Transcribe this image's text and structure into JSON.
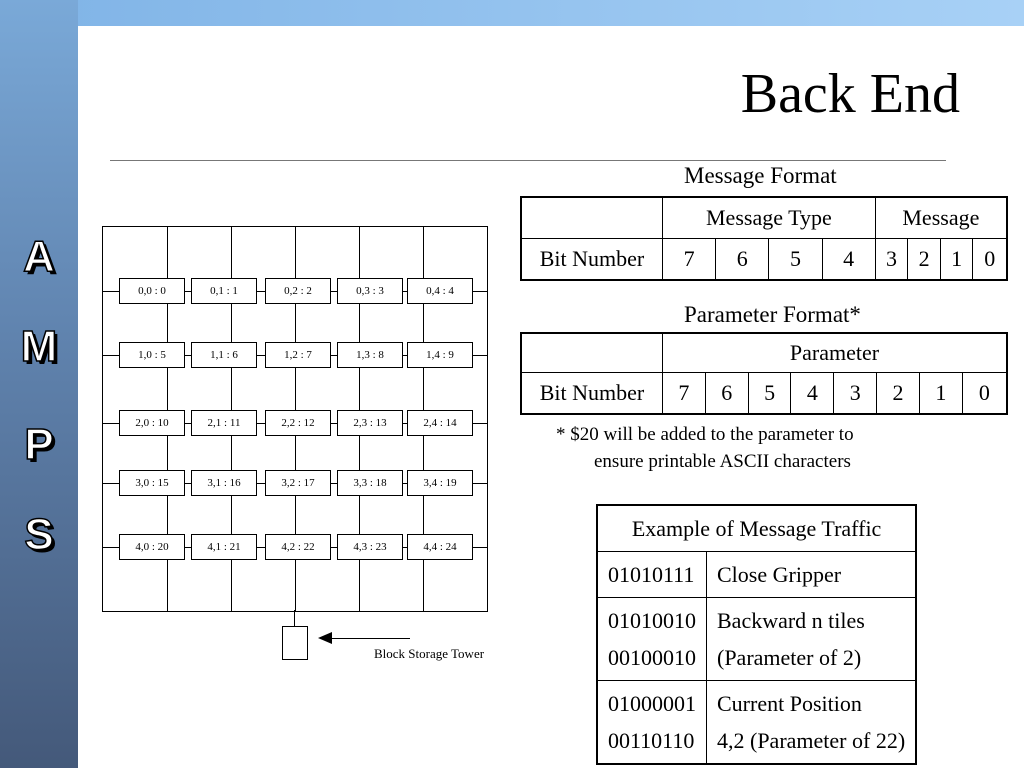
{
  "title": "Back End",
  "side_letters": [
    "A",
    "M",
    "P",
    "S"
  ],
  "message_format": {
    "caption": "Message Format",
    "type_label": "Message Type",
    "message_label": "Message",
    "bit_label": "Bit Number",
    "bits": [
      "7",
      "6",
      "5",
      "4",
      "3",
      "2",
      "1",
      "0"
    ]
  },
  "parameter_format": {
    "caption": "Parameter Format*",
    "parameter_label": "Parameter",
    "bit_label": "Bit Number",
    "bits": [
      "7",
      "6",
      "5",
      "4",
      "3",
      "2",
      "1",
      "0"
    ]
  },
  "note": {
    "line1": "* $20 will be added to the parameter to",
    "line2": "ensure printable ASCII characters"
  },
  "traffic": {
    "header": "Example of Message Traffic",
    "rows": [
      {
        "code1": "01010111",
        "code2": "",
        "desc1": "Close Gripper",
        "desc2": ""
      },
      {
        "code1": "01010010",
        "code2": "00100010",
        "desc1": "Backward n tiles",
        "desc2": "(Parameter of 2)"
      },
      {
        "code1": "01000001",
        "code2": "00110110",
        "desc1": "Current Position",
        "desc2": "4,2 (Parameter of 22)"
      }
    ]
  },
  "grid_nodes": [
    [
      "0,0 : 0",
      "0,1 : 1",
      "0,2 : 2",
      "0,3 : 3",
      "0,4 : 4"
    ],
    [
      "1,0 : 5",
      "1,1 : 6",
      "1,2 : 7",
      "1,3 : 8",
      "1,4 : 9"
    ],
    [
      "2,0 : 10",
      "2,1 : 11",
      "2,2 : 12",
      "2,3 : 13",
      "2,4 : 14"
    ],
    [
      "3,0 : 15",
      "3,1 : 16",
      "3,2 : 17",
      "3,3 : 18",
      "3,4 : 19"
    ],
    [
      "4,0 : 20",
      "4,1 : 21",
      "4,2 : 22",
      "4,3 : 23",
      "4,4 : 24"
    ]
  ],
  "tower_label": "Block Storage Tower"
}
